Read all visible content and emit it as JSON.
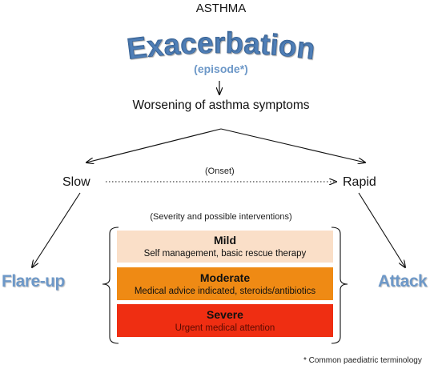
{
  "title": "ASTHMA",
  "wordart": {
    "main": "Exacerbation",
    "sub": "(episode*)",
    "color": "#4f7fb8"
  },
  "worsening": "Worsening of asthma symptoms",
  "slow": "Slow",
  "rapid": "Rapid",
  "onset": "(Onset)",
  "severity_note": "(Severity and possible interventions)",
  "levels": [
    {
      "title": "Mild",
      "desc": "Self management, basic rescue therapy",
      "color": "#fadfc8"
    },
    {
      "title": "Moderate",
      "desc": "Medical advice indicated, steroids/antibiotics",
      "color": "#ef8a14"
    },
    {
      "title": "Severe",
      "desc": "Urgent medical attention",
      "color": "#ef2e12"
    }
  ],
  "flare_up": "Flare-up",
  "attack": "Attack",
  "footnote": "* Common paediatric terminology"
}
